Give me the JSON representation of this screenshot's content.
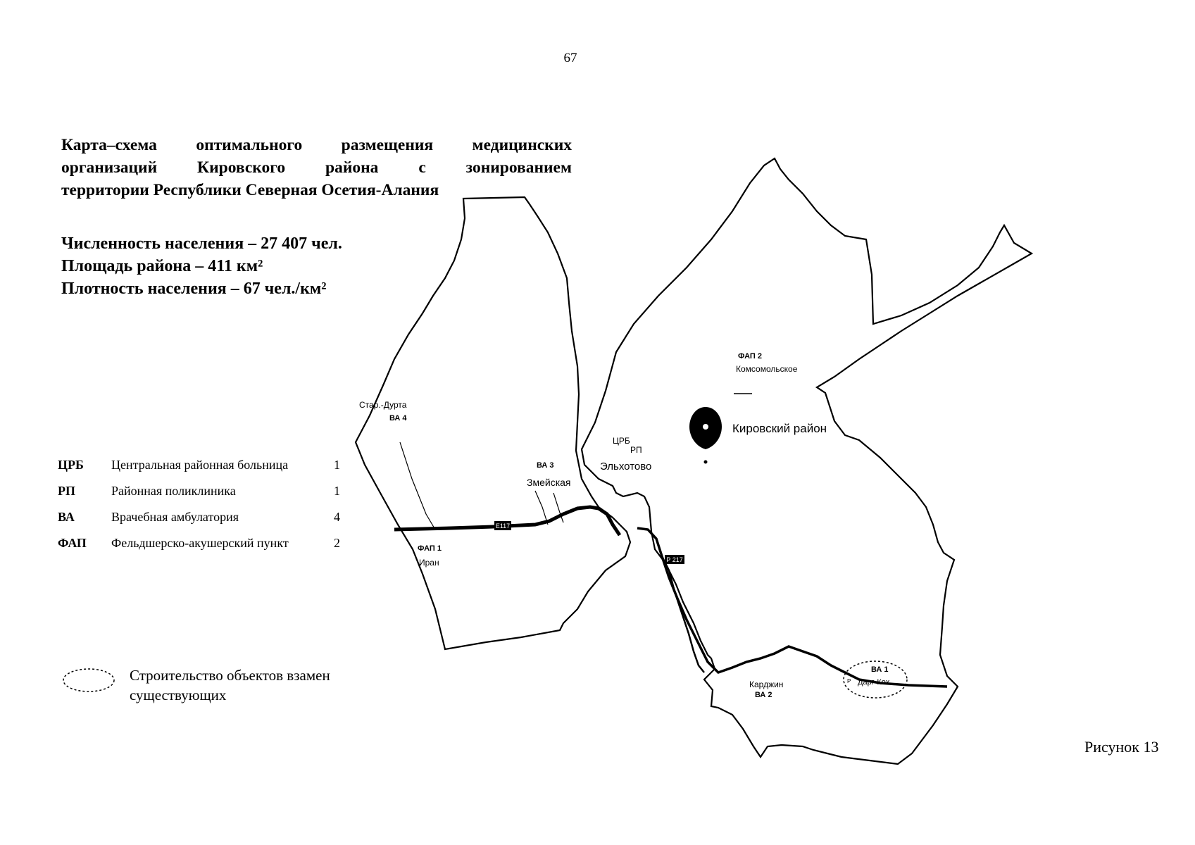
{
  "page_number": "67",
  "title": {
    "line1": "Карта–схема оптимального размещения медицинских",
    "line2": "организаций Кировского района с зонированием",
    "line3": "территории Республики Северная Осетия-Алания"
  },
  "stats": {
    "population": "Численность населения – 27 407 чел.",
    "area": "Площадь района – 411 км²",
    "density": "Плотность населения – 67 чел./км²"
  },
  "legend": [
    {
      "abbr": "ЦРБ",
      "desc": "Центральная районная больница",
      "count": "1"
    },
    {
      "abbr": "РП",
      "desc": "Районная поликлиника",
      "count": "1"
    },
    {
      "abbr": "ВА",
      "desc": "Врачебная амбулатория",
      "count": "4"
    },
    {
      "abbr": "ФАП",
      "desc": "Фельдшерско-акушерский пункт",
      "count": "2"
    }
  ],
  "construction_note": {
    "line1": "Строительство объектов взамен",
    "line2": "существующих"
  },
  "figure_caption": "Рисунок 13",
  "map": {
    "district_label": "Кировский район",
    "settlements": {
      "fap2_code": "ФАП 2",
      "fap2_name": "Комсомольское",
      "crb_code": "ЦРБ",
      "rp_code": "РП",
      "crb_name": "Эльхотово",
      "va3_code": "ВА 3",
      "va3_name": "Змейская",
      "va4_name": "Стар.-Дурта",
      "va4_code": "ВА 4",
      "fap1_code": "ФАП 1",
      "fap1_name": "Иран",
      "va2_name": "Карджин",
      "va2_code": "ВА 2",
      "va1_code": "ВА 1",
      "va1_name": "Дарг-Кох"
    },
    "roads": {
      "e117": "Е117",
      "r217": "Р 217",
      "small": "Р"
    }
  }
}
